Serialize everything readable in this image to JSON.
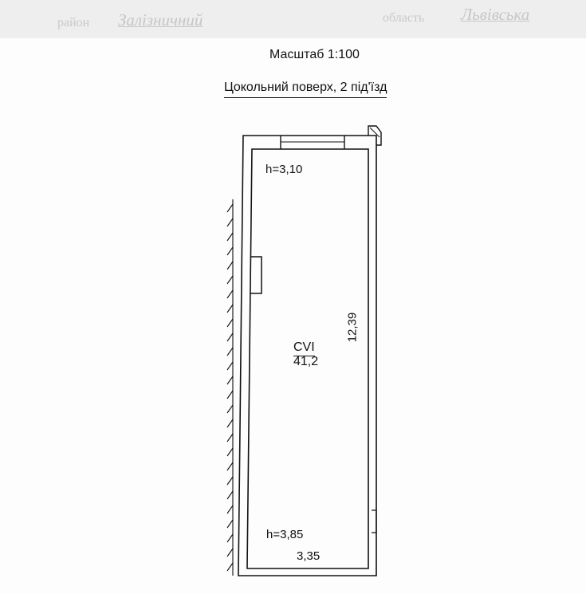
{
  "header": {
    "district_label": "район",
    "district_value": "Залізничний",
    "region_label": "область",
    "region_value": "Львівська"
  },
  "plan": {
    "scale": "Масштаб 1:100",
    "floor_title": "Цокольний поверх,  2 під'їзд",
    "height_top": "h=3,10",
    "height_bottom": "h=3,85",
    "room_code": "CVI",
    "room_area": "41,2",
    "length": "12,39",
    "width": "3,35"
  }
}
